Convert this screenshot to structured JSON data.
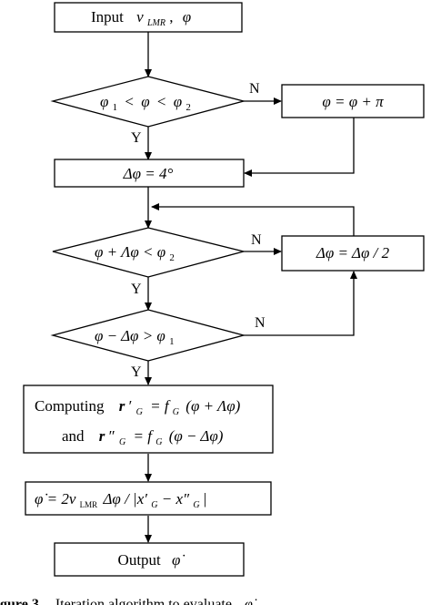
{
  "nodes": {
    "input": {
      "text": "Input",
      "v": "v",
      "v_sub": "LMR",
      "comma": ",",
      "phi": "φ"
    },
    "decision_range": {
      "phi1": "φ",
      "sub1": "1",
      "lt1": "<",
      "phi": "φ",
      "lt2": "<",
      "phi2": "φ",
      "sub2": "2"
    },
    "shift": {
      "text": "φ = φ + π"
    },
    "init_step": {
      "text": "Δφ = 4°"
    },
    "decision_upper": {
      "text": "φ + Λφ < φ",
      "sub": "2"
    },
    "halve": {
      "text": "Δφ = Δφ / 2"
    },
    "decision_lower": {
      "text": "φ − Δφ > φ",
      "sub": "1"
    },
    "computing": {
      "line1_label": "Computing",
      "r1": "r",
      "r1_sub": "G",
      "r1_prime": "′",
      "line1_expr": "= f",
      "line1_expr_sub": "G",
      "line1_arg": "(φ + Λφ)",
      "line2_label": "and",
      "r2": "r",
      "r2_sub": "G",
      "r2_prime": "″",
      "line2_expr": "= f",
      "line2_expr_sub": "G",
      "line2_arg": "(φ − Δφ)"
    },
    "rate": {
      "lhs": "φ̇ = 2v",
      "lhs_sub": "LMR",
      "mid": "Δφ / |x′",
      "mid_sub": "G",
      "minus": " − x″",
      "end_sub": "G",
      "end": "|"
    },
    "output": {
      "text": "Output",
      "phi_dot": "φ̇"
    }
  },
  "edge_labels": {
    "range_no": "N",
    "range_yes": "Y",
    "upper_no": "N",
    "upper_yes": "Y",
    "lower_no": "N",
    "lower_yes": "Y"
  },
  "caption": {
    "label": "gure 3",
    "text": "Iteration algorithm to evaluate",
    "symbol": "φ̇"
  }
}
